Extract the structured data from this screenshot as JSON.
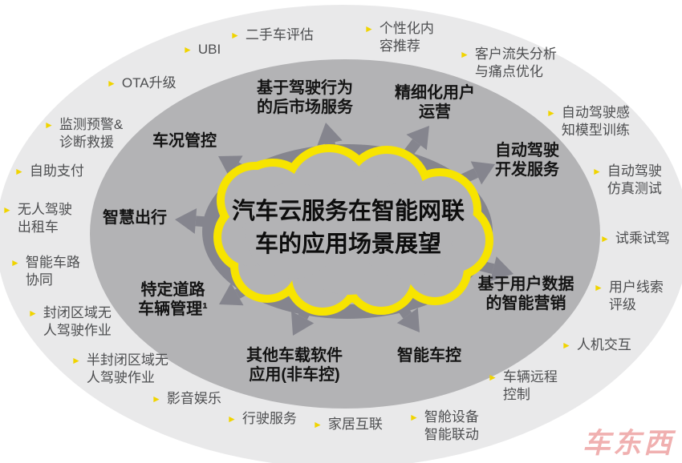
{
  "center": {
    "title": "汽车云服务在智能网联\n车的应用场景展望"
  },
  "inner_ring": {
    "items": [
      {
        "id": "aftermarket-services",
        "text": "基于驾驶行为\n的后市场服务"
      },
      {
        "id": "user-operations",
        "text": "精细化用户\n运营"
      },
      {
        "id": "vehicle-condition",
        "text": "车况管控"
      },
      {
        "id": "ad-development",
        "text": "自动驾驶\n开发服务"
      },
      {
        "id": "smart-mobility",
        "text": "智慧出行"
      },
      {
        "id": "smart-marketing",
        "text": "基于用户数据\n的智能营销"
      },
      {
        "id": "road-vehicle-mgmt",
        "text": "特定道路\n车辆管理¹"
      },
      {
        "id": "smart-vehicle-control",
        "text": "智能车控"
      },
      {
        "id": "other-software",
        "text": "其他车载软件\n应用(非车控)"
      }
    ]
  },
  "outer_ring": {
    "bullet_glyph": "►",
    "items": [
      {
        "id": "used-car-evaluation",
        "text": "二手车评估"
      },
      {
        "id": "personalized-content",
        "text": "个性化内\n容推荐"
      },
      {
        "id": "ubi",
        "text": "UBI"
      },
      {
        "id": "churn-analysis",
        "text": "客户流失分析\n与痛点优化"
      },
      {
        "id": "ota-upgrade",
        "text": "OTA升级"
      },
      {
        "id": "perception-model-training",
        "text": "自动驾驶感\n知模型训练"
      },
      {
        "id": "monitoring-rescue",
        "text": "监测预警&\n诊断救援"
      },
      {
        "id": "simulation-testing",
        "text": "自动驾驶\n仿真测试"
      },
      {
        "id": "self-payment",
        "text": "自助支付"
      },
      {
        "id": "test-drive",
        "text": "试乘试驾"
      },
      {
        "id": "robotaxi",
        "text": "无人驾驶\n出租车"
      },
      {
        "id": "lead-scoring",
        "text": "用户线索\n评级"
      },
      {
        "id": "v2x",
        "text": "智能车路\n协同"
      },
      {
        "id": "hmi",
        "text": "人机交互"
      },
      {
        "id": "closed-area-driverless",
        "text": "封闭区域无\n人驾驶作业"
      },
      {
        "id": "remote-control",
        "text": "车辆远程\n控制"
      },
      {
        "id": "semi-closed-driverless",
        "text": "半封闭区域无\n人驾驶作业"
      },
      {
        "id": "cockpit-linkage",
        "text": "智舱设备\n智能联动"
      },
      {
        "id": "entertainment",
        "text": "影音娱乐"
      },
      {
        "id": "driving-services",
        "text": "行驶服务"
      },
      {
        "id": "home-connect",
        "text": "家居互联"
      }
    ]
  },
  "watermark": {
    "text": "车东西"
  },
  "colors": {
    "outer-gray": "#e9e9ea",
    "inner-gray": "#b3b3b5",
    "arrow-gray": "#85858e",
    "cloud-yellow": "#f7e400",
    "bullet-yellow": "#f0d400",
    "label-gray": "#4d4e50",
    "ink": "#141414"
  }
}
